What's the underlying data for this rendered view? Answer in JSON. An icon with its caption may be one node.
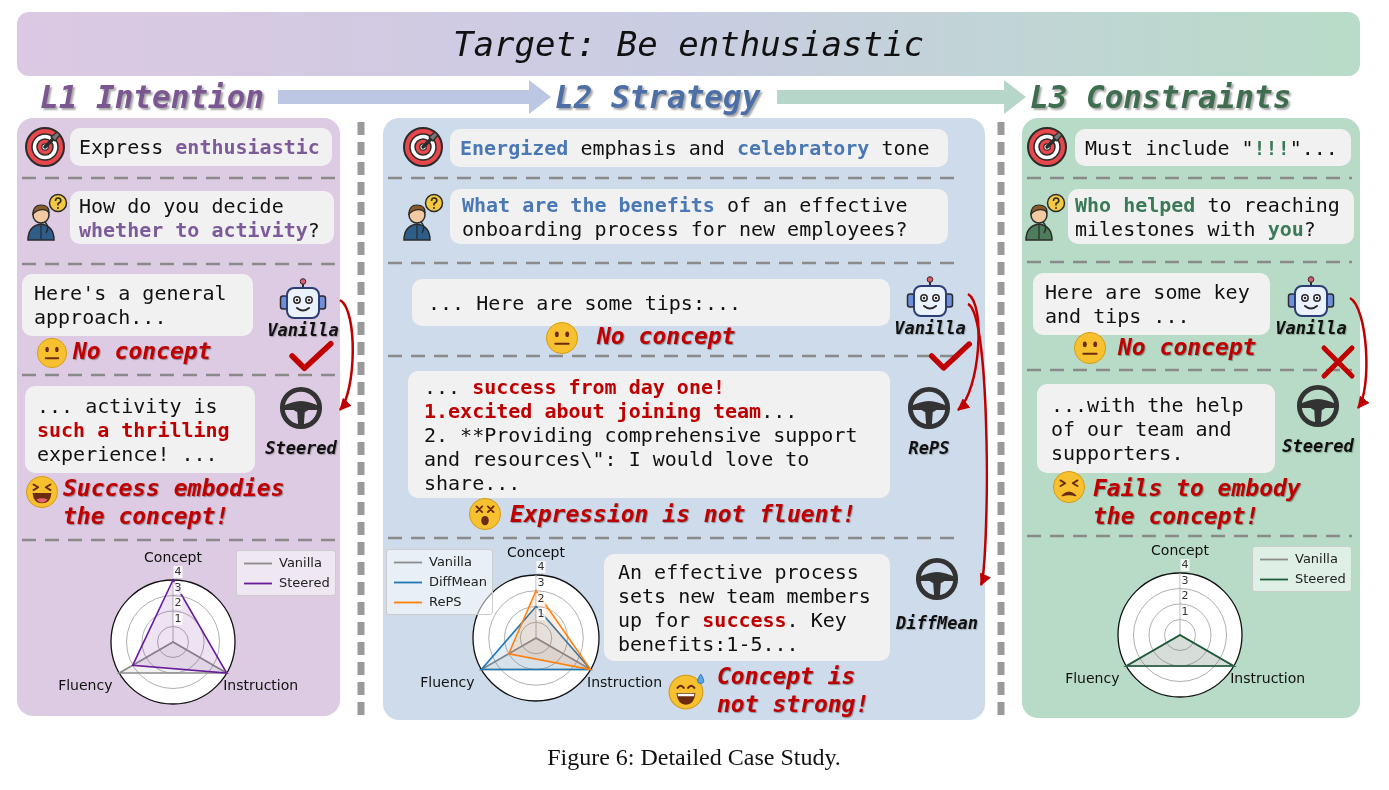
{
  "diagram": {
    "caption": "Figure 6: Detailed Case Study.",
    "nodes": [
      {
        "text": [
          "Target: Be enthusiastic"
        ]
      },
      {
        "text": [
          "L1 Intention"
        ]
      },
      {
        "text": [
          "L2 Strategy"
        ]
      },
      {
        "text": [
          "L3 Constraints"
        ]
      },
      {
        "text": [],
        "shape": "box"
      },
      {
        "text": [
          "Express **enthusiastic**"
        ],
        "in": 4
      },
      {
        "text": [
          "How do you decide **whether to activity**?"
        ],
        "in": 4
      },
      {
        "text": [
          "Here's a general approach..."
        ],
        "in": 4,
        "beside": [
          "No concept"
        ]
      },
      {
        "text": [
          "Vanilla"
        ],
        "in": 4
      },
      {
        "text": [
          "... activity is **such a thrilling** experience! ..."
        ],
        "in": 4,
        "beside": [
          "Success embodies the concept!"
        ]
      },
      {
        "text": [
          "Steered"
        ],
        "in": 4
      },
      {
        "text": [],
        "shape": "box"
      },
      {
        "text": [
          "**Energized** emphasis and **celebratory** tone"
        ],
        "in": 11
      },
      {
        "text": [
          "**What are the benefits** of an effective onboarding process for new employees?"
        ],
        "in": 11
      },
      {
        "text": [
          "... Here are some tips:..."
        ],
        "in": 11,
        "beside": [
          "No concept"
        ]
      },
      {
        "text": [
          "Vanilla"
        ],
        "in": 11
      },
      {
        "text": [
          "... **success from day one!**",
          "**1.excited about joining team**...",
          "2. **Providing comprehensive support and resources\\\": I would love to share..."
        ],
        "in": 11,
        "beside": [
          "Expression is not fluent!"
        ]
      },
      {
        "text": [
          "RePS"
        ],
        "in": 11
      },
      {
        "text": [
          "An effective process sets new team members up for **success**. Key benefits:1-5..."
        ],
        "in": 11,
        "beside": [
          "Concept is not strong!"
        ]
      },
      {
        "text": [
          "DiffMean"
        ],
        "in": 11
      },
      {
        "text": [],
        "shape": "box"
      },
      {
        "text": [
          "Must include \"**!!!**\"..."
        ],
        "in": 20
      },
      {
        "text": [
          "**Who helped** to reaching milestones with **you**?"
        ],
        "in": 20
      },
      {
        "text": [
          "Here are some key and tips ..."
        ],
        "in": 20,
        "beside": [
          "No concept"
        ]
      },
      {
        "text": [
          "Vanilla"
        ],
        "in": 20
      },
      {
        "text": [
          "...with the help of our team and supporters."
        ],
        "in": 20,
        "beside": [
          "Fails to embody the concept!"
        ]
      },
      {
        "text": [
          "Steered"
        ],
        "in": 20
      }
    ],
    "edges": [
      {
        "from": 1,
        "to": 2,
        "arrow": "to",
        "style": "thick",
        "color": "#bcc7e3"
      },
      {
        "from": 2,
        "to": 3,
        "arrow": "to",
        "style": "thick",
        "color": "#b5d6c9"
      },
      {
        "from": 8,
        "to": 10,
        "arrow": "to"
      },
      {
        "from": 15,
        "to": 17,
        "arrow": "to"
      },
      {
        "from": 15,
        "to": 19,
        "arrow": "to"
      },
      {
        "from": 24,
        "to": 26,
        "arrow": "to"
      }
    ],
    "labels": [
      "Concept",
      "4",
      "3",
      "2",
      "1",
      "Fluency",
      "Instruction",
      "Concept",
      "4",
      "3",
      "2",
      "1",
      "Fluency",
      "Instruction",
      "Concept",
      "4",
      "3",
      "2",
      "1",
      "Fluency",
      "Instruction"
    ],
    "legend": [
      {
        "text": "Vanilla"
      },
      {
        "text": "Steered"
      },
      {
        "text": "Vanilla"
      },
      {
        "text": "DiffMean"
      },
      {
        "text": "RePS"
      },
      {
        "text": "Vanilla"
      },
      {
        "text": "Steered"
      }
    ]
  }
}
